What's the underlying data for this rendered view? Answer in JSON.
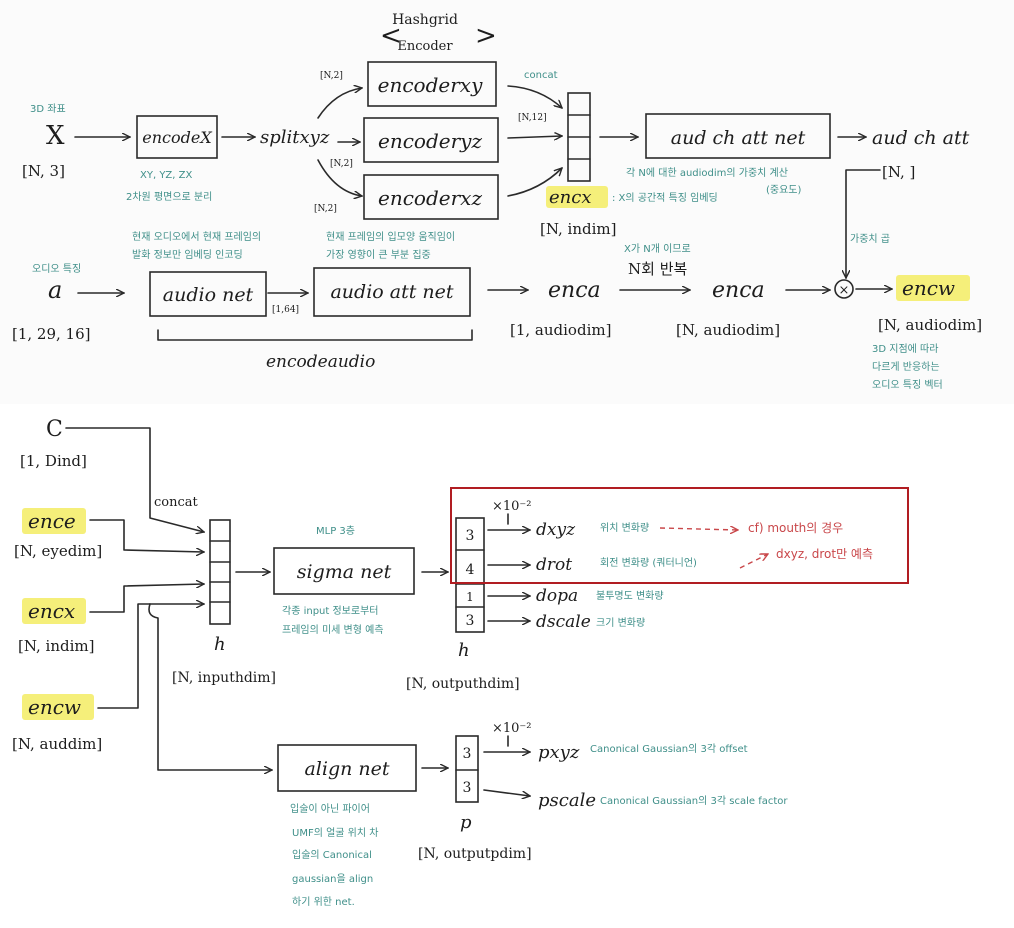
{
  "hashgrid": {
    "title_top": "Hashgrid",
    "title_bottom": "Encoder",
    "bracket_left": "<",
    "bracket_right": ">"
  },
  "top": {
    "x": {
      "note": "3D 좌표",
      "symbol": "X",
      "shape": "[N, 3]"
    },
    "encode_x": {
      "label": "encodeX",
      "note1": "XY, YZ, ZX",
      "note2": "2차원 평면으로 분리"
    },
    "split": "splitxyz",
    "dims": {
      "n2_a": "[N,2]",
      "n2_b": "[N,2]",
      "n2_c": "[N,2]",
      "n12": "[N,12]"
    },
    "encoders": {
      "xy": "encoderxy",
      "yz": "encoderyz",
      "xz": "encoderxz"
    },
    "concat": "concat",
    "enc_x": {
      "label": "encx",
      "note": ": X의 공간적 특징 임베딩",
      "shape": "[N, indim]"
    },
    "aud_ch": {
      "label": "aud ch att net",
      "note1": "각 N에 대한 audiodim의 가중치 계산",
      "note2": "(중요도)"
    },
    "out": {
      "label": "aud ch att",
      "shape": "[N, ]"
    }
  },
  "middle": {
    "a": {
      "note": "오디오 특징",
      "symbol": "a",
      "shape": "[1, 29, 16]"
    },
    "audio_net": {
      "label": "audio net",
      "note1": "현재 오디오에서 현재 프레임의",
      "note2": "발화 정보만 임베딩 인코딩"
    },
    "dim64": "[1,64]",
    "audio_att": {
      "label": "audio att net",
      "note1": "현재 프레임의 입모양 움직임이",
      "note2": "가장 영향이 큰 부분 집중"
    },
    "encode_audio": "encodeaudio",
    "enc_a1": {
      "label": "enca",
      "shape": "[1, audiodim]"
    },
    "repeat": {
      "note": "X가 N개 이므로",
      "label": "N회 반복"
    },
    "enc_a2": {
      "label": "enca",
      "shape": "[N, audiodim]"
    },
    "weight_note": "가중치 곱",
    "multiply": "×",
    "enc_w": {
      "label": "encw",
      "shape": "[N, audiodim]",
      "note1": "3D 지점에 따라",
      "note2": "다르게 반응하는",
      "note3": "오디오 특징 벡터"
    }
  },
  "bottom": {
    "c": {
      "symbol": "C",
      "shape": "[1, Dind]"
    },
    "concat": "concat",
    "enc_e": {
      "label": "ence",
      "shape": "[N, eyedim]"
    },
    "enc_x": {
      "label": "encx",
      "shape": "[N, indim]"
    },
    "enc_w": {
      "label": "encw",
      "shape": "[N, auddim]"
    },
    "h_in": {
      "symbol": "h",
      "shape": "[N, inputhdim]"
    },
    "mlp_note": "MLP 3층",
    "sigma": {
      "label": "sigma net",
      "note1": "각종 input 정보로부터",
      "note2": "프레임의 미세 변형 예측"
    },
    "h_out": {
      "symbol": "h",
      "shape": "[N, outputhdim]"
    },
    "out_cells": [
      "3",
      "4",
      "1",
      "3"
    ],
    "scale_10": "×10⁻²",
    "outputs": {
      "dxyz": {
        "label": "dxyz",
        "note": "위치 변화량"
      },
      "drot": {
        "label": "drot",
        "note": "회전 변화량 (쿼터니언)"
      },
      "dopa": {
        "label": "dopa",
        "note": "불투명도 변화량"
      },
      "dscale": {
        "label": "dscale",
        "note": "크기 변화량"
      }
    },
    "red_note1": "cf) mouth의 경우",
    "red_note2": "dxyz, drot만 예측",
    "align": {
      "label": "align net",
      "note1": "입술이 아닌 파이어",
      "note2": "UMF의 얼굴 위치 차",
      "note3": "입술의 Canonical",
      "note4": "gaussian을 align",
      "note5": "하기 위한 net."
    },
    "p": {
      "symbol": "p",
      "shape": "[N, outputpdim]",
      "cells": [
        "3",
        "3"
      ],
      "scale_10": "×10⁻²"
    },
    "p_out": {
      "pxyz": {
        "label": "pxyz",
        "note": "Canonical Gaussian의 3각 offset"
      },
      "pscale": {
        "label": "pscale",
        "note": "Canonical Gaussian의 3각 scale factor"
      }
    }
  },
  "colors": {
    "note": "#3f8f89",
    "red": "#c9474a",
    "highlight": "#f5ef7a",
    "box": "#b11d22"
  }
}
